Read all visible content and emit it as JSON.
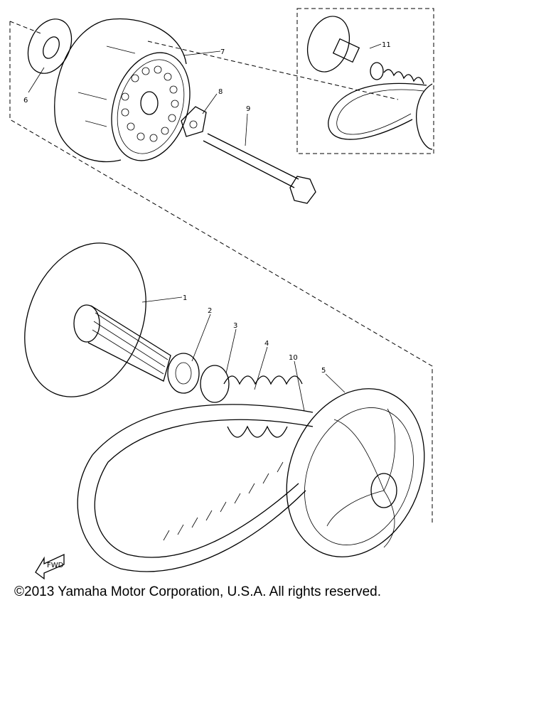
{
  "diagram": {
    "callouts": {
      "p1": "1",
      "p2": "2",
      "p3": "3",
      "p4": "4",
      "p5": "5",
      "p6": "6",
      "p7": "7",
      "p8": "8",
      "p9": "9",
      "p10": "10",
      "p11": "11"
    },
    "fwd_label": "FWD",
    "colors": {
      "ink": "#000000",
      "paper": "#ffffff"
    }
  },
  "footer": {
    "copyright": "©2013 Yamaha Motor Corporation, U.S.A. All rights reserved."
  }
}
